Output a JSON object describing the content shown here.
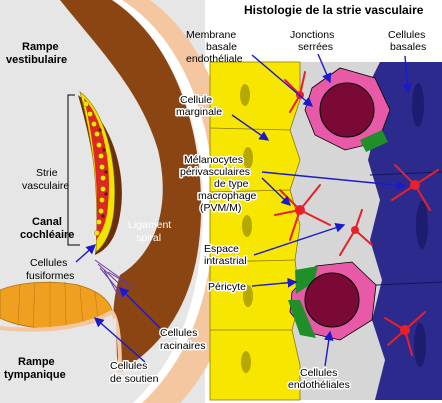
{
  "title": "Histologie de la strie vasculaire",
  "labels": {
    "rampe_vestibulaire": [
      "Rampe",
      "vestibulaire"
    ],
    "strie_vasculaire": [
      "Strie",
      "vasculaire"
    ],
    "canal_cochleaire": [
      "Canal",
      "cochléaire"
    ],
    "cellules_fusiformes": [
      "Cellules",
      "fusiformes"
    ],
    "rampe_tympanique": [
      "Rampe",
      "tympanique"
    ],
    "ligament_spiral": [
      "Ligament",
      "spiral"
    ],
    "cellules_racinaires": [
      "Cellules",
      "racinaires"
    ],
    "cellules_de_soutien": [
      "Cellules",
      "de soutien"
    ],
    "membrane_basale": [
      "Membrane",
      "basale",
      "endothéliale"
    ],
    "jonctions_serrees": [
      "Jonctions",
      "serrées"
    ],
    "cellules_basales": [
      "Cellules",
      "basales"
    ],
    "cellule_marginale": [
      "Cellule",
      "marginale"
    ],
    "melanocytes": [
      "Mélanocytes",
      "périvasculaires",
      "de type",
      "macrophage",
      "(PVM/M)"
    ],
    "espace_intrastrial": [
      "Espace",
      "intrastrial"
    ],
    "pericyte": "Péricyte",
    "cellules_endotheliales": [
      "Cellules",
      "endothéliales"
    ]
  },
  "colors": {
    "marginal_yellow": "#f7e600",
    "basal_blue": "#2c2a8c",
    "intrastrial_grey": "#d6d6d6",
    "capillary_lumen": "#7a0a35",
    "endothelial_pink": "#e85aa8",
    "pericyte_green": "#1f8f2a",
    "melanocyte_red": "#e8202a",
    "ligament_brown": "#8b4513",
    "arrow_blue": "#1a1acc"
  }
}
